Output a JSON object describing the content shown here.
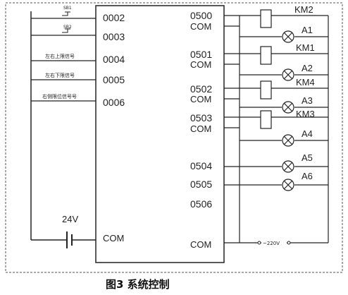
{
  "caption": "图3  系统控制",
  "supply": {
    "voltage": "24V",
    "common": "COM"
  },
  "switch_labels": [
    "SB1",
    "SB2"
  ],
  "sensor_labels": [
    "左右上限信号",
    "左右下限信号",
    "右侧限位信号号"
  ],
  "plc_inputs": [
    "0002",
    "0003",
    "0004",
    "0005",
    "0006"
  ],
  "plc_outputs": [
    {
      "id": "0500",
      "com": "COM"
    },
    {
      "id": "0501",
      "com": "COM"
    },
    {
      "id": "0502",
      "com": "COM"
    },
    {
      "id": "0503",
      "com": "COM"
    },
    {
      "id": "0504",
      "com": ""
    },
    {
      "id": "0505",
      "com": ""
    },
    {
      "id": "0506",
      "com": ""
    }
  ],
  "output_com": "COM",
  "contactors": [
    "KM2",
    "KM1",
    "KM4",
    "KM3"
  ],
  "lamps": [
    "A1",
    "A2",
    "A3",
    "A4",
    "A5",
    "A6"
  ],
  "ac_supply": "~220V"
}
